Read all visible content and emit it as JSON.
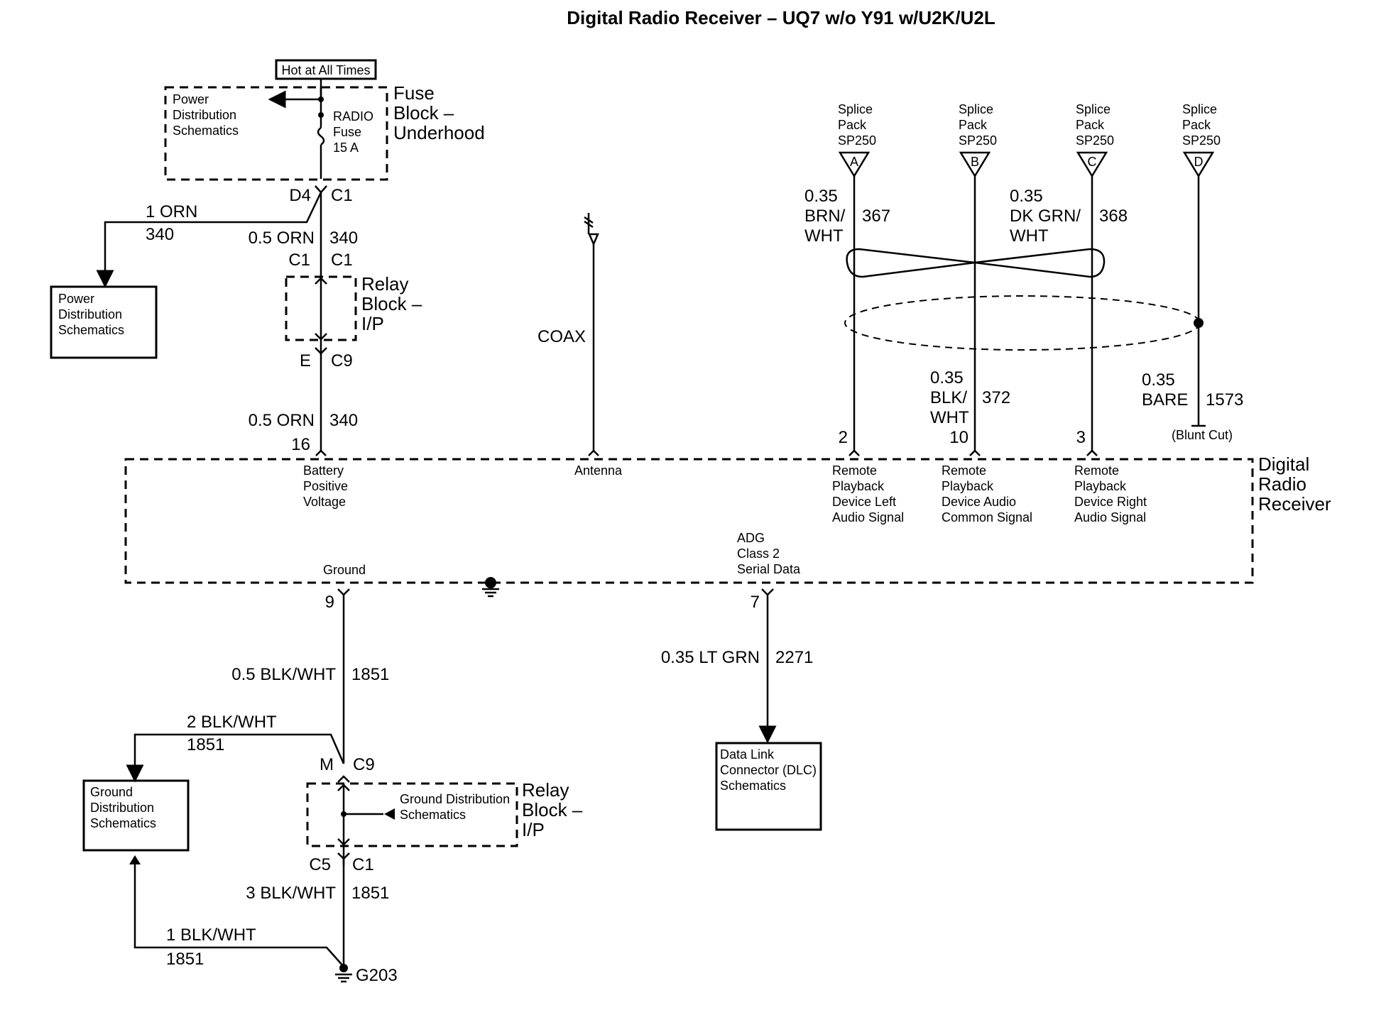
{
  "title": "Digital Radio Receiver – UQ7 w/o Y91 w/U2K/U2L",
  "fuse_block": {
    "hot_label": "Hot at All Times",
    "name": [
      "Fuse",
      "Block –",
      "Underhood"
    ],
    "pds_text": [
      "Power",
      "Distribution",
      "Schematics"
    ],
    "fuse_text": [
      "RADIO",
      "Fuse",
      "15 A"
    ],
    "conn_left": "D4",
    "conn_right": "C1"
  },
  "pds_box": {
    "text": [
      "Power",
      "Distribution",
      "Schematics"
    ]
  },
  "wire_1orn": {
    "gauge": "1 ORN",
    "circuit": "340"
  },
  "wire_05orn_top": {
    "gauge": "0.5 ORN",
    "circuit": "340"
  },
  "relay_block_top": {
    "conn_left": "C1",
    "conn_right": "C1",
    "name": [
      "Relay",
      "Block –",
      "I/P"
    ],
    "conn_bottom_left": "E",
    "conn_bottom_right": "C9"
  },
  "wire_05orn_bottom": {
    "gauge": "0.5 ORN",
    "circuit": "340"
  },
  "antenna": {
    "coax_label": "COAX"
  },
  "splices": [
    {
      "text": [
        "Splice",
        "Pack",
        "SP250"
      ],
      "letter": "A"
    },
    {
      "text": [
        "Splice",
        "Pack",
        "SP250"
      ],
      "letter": "B"
    },
    {
      "text": [
        "Splice",
        "Pack",
        "SP250"
      ],
      "letter": "C"
    },
    {
      "text": [
        "Splice",
        "Pack",
        "SP250"
      ],
      "letter": "D"
    }
  ],
  "wires_twisted": {
    "left": {
      "gauge": [
        "0.35",
        "BRN/",
        "WHT"
      ],
      "circuit": "367"
    },
    "right": {
      "gauge": [
        "0.35",
        "DK GRN/",
        "WHT"
      ],
      "circuit": "368"
    },
    "middle": {
      "gauge": [
        "0.35",
        "BLK/",
        "WHT"
      ],
      "circuit": "372"
    },
    "drain": {
      "gauge": [
        "0.35",
        "BARE"
      ],
      "circuit": "1573",
      "note": "(Blunt Cut)"
    }
  },
  "receiver": {
    "name": [
      "Digital",
      "Radio",
      "Receiver"
    ],
    "pins": [
      {
        "num": "16",
        "desc": [
          "Battery",
          "Positive",
          "Voltage"
        ]
      },
      {
        "num": "",
        "desc": [
          "Antenna"
        ]
      },
      {
        "num": "2",
        "desc": [
          "Remote",
          "Playback",
          "Device Left",
          "Audio Signal"
        ]
      },
      {
        "num": "10",
        "desc": [
          "Remote",
          "Playback",
          "Device Audio",
          "Common Signal"
        ]
      },
      {
        "num": "3",
        "desc": [
          "Remote",
          "Playback",
          "Device Right",
          "Audio Signal"
        ]
      }
    ],
    "ground_label": "Ground",
    "ground_pin": "9",
    "serial_label": [
      "ADG",
      "Class 2",
      "Serial Data"
    ],
    "serial_pin": "7"
  },
  "wire_ground_top": {
    "gauge": "0.5 BLK/WHT",
    "circuit": "1851"
  },
  "wire_serial": {
    "gauge": "0.35 LT GRN",
    "circuit": "2271"
  },
  "dlc_box": {
    "text": [
      "Data Link",
      "Connector (DLC)",
      "Schematics"
    ]
  },
  "wire_2blk": {
    "gauge": "2 BLK/WHT",
    "circuit": "1851"
  },
  "gds_box": {
    "text": [
      "Ground",
      "Distribution",
      "Schematics"
    ]
  },
  "relay_block_bottom": {
    "conn_left": "M",
    "conn_right": "C9",
    "inner_text": [
      "Ground Distribution",
      "Schematics"
    ],
    "name": [
      "Relay",
      "Block –",
      "I/P"
    ],
    "conn_bottom_left": "C5",
    "conn_bottom_right": "C1"
  },
  "wire_3blk": {
    "gauge": "3 BLK/WHT",
    "circuit": "1851"
  },
  "wire_1blk": {
    "gauge": "1 BLK/WHT",
    "circuit": "1851"
  },
  "ground_point": "G203"
}
